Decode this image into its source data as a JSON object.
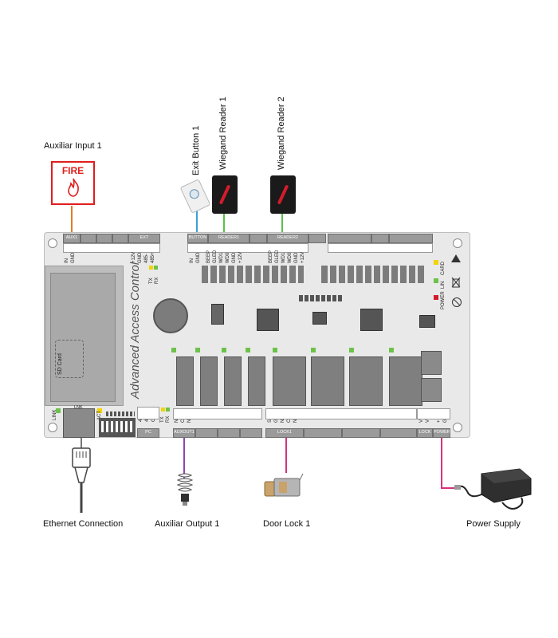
{
  "devices": {
    "aux_input": "Auxiliar Input 1",
    "fire_text": "FIRE",
    "exit_button": "Exit Button 1",
    "reader1": "Wiegand Reader 1",
    "reader2": "Wiegand Reader 2",
    "ethernet": "Ethernet Connection",
    "aux_output": "Auxiliar Output 1",
    "door_lock": "Door Lock 1",
    "power_supply": "Power Supply"
  },
  "board": {
    "title": "Advanced Access Control",
    "sd_card": "SD Card",
    "top_blocks": [
      "AUX1",
      "EXT",
      "BUTTON",
      "READER1",
      "READER2"
    ],
    "bottom_blocks": [
      "PC",
      "AUXOUT1",
      "LOCK1",
      "LOCK",
      "POWER"
    ],
    "aux_pins": [
      "IN",
      "GND"
    ],
    "ext_pins": [
      "+12V",
      "GND",
      "485-",
      "485+"
    ],
    "button_pins": [
      "IN",
      "GND"
    ],
    "reader1_pins": [
      "BEEP",
      "GLED",
      "WD1",
      "WD0",
      "GND",
      "+12V"
    ],
    "reader2_pins": [
      "BEEP",
      "GLED",
      "WD1",
      "WD0",
      "GND",
      "+12V"
    ],
    "pc_pins": [
      "485+",
      "485-",
      "GND"
    ],
    "auxout_pins": [
      "NO",
      "COM",
      "NC"
    ],
    "lock_pins": [
      "SEN",
      "GND",
      "NO",
      "COM",
      "NC"
    ],
    "power_pins": [
      "+12V",
      "GND"
    ],
    "lock_v_pins": [
      "V+",
      "V-"
    ],
    "tx_rx_top": [
      "TX",
      "RX"
    ],
    "tx_rx_bottom": [
      "TX",
      "RX"
    ],
    "eth_labels": [
      "LINK",
      "LNK",
      "ACT"
    ],
    "led_labels": [
      "CARD",
      "LIN",
      "POWER"
    ]
  },
  "colors": {
    "aux_input_wire": "#e07b2a",
    "exit_button_wire": "#3aa0d8",
    "reader_wire": "#5cc04a",
    "aux_output_wire": "#8e44ad",
    "lock_wire": "#d6327a",
    "power_wire": "#d6327a",
    "fire_red": "#e11d1d"
  }
}
